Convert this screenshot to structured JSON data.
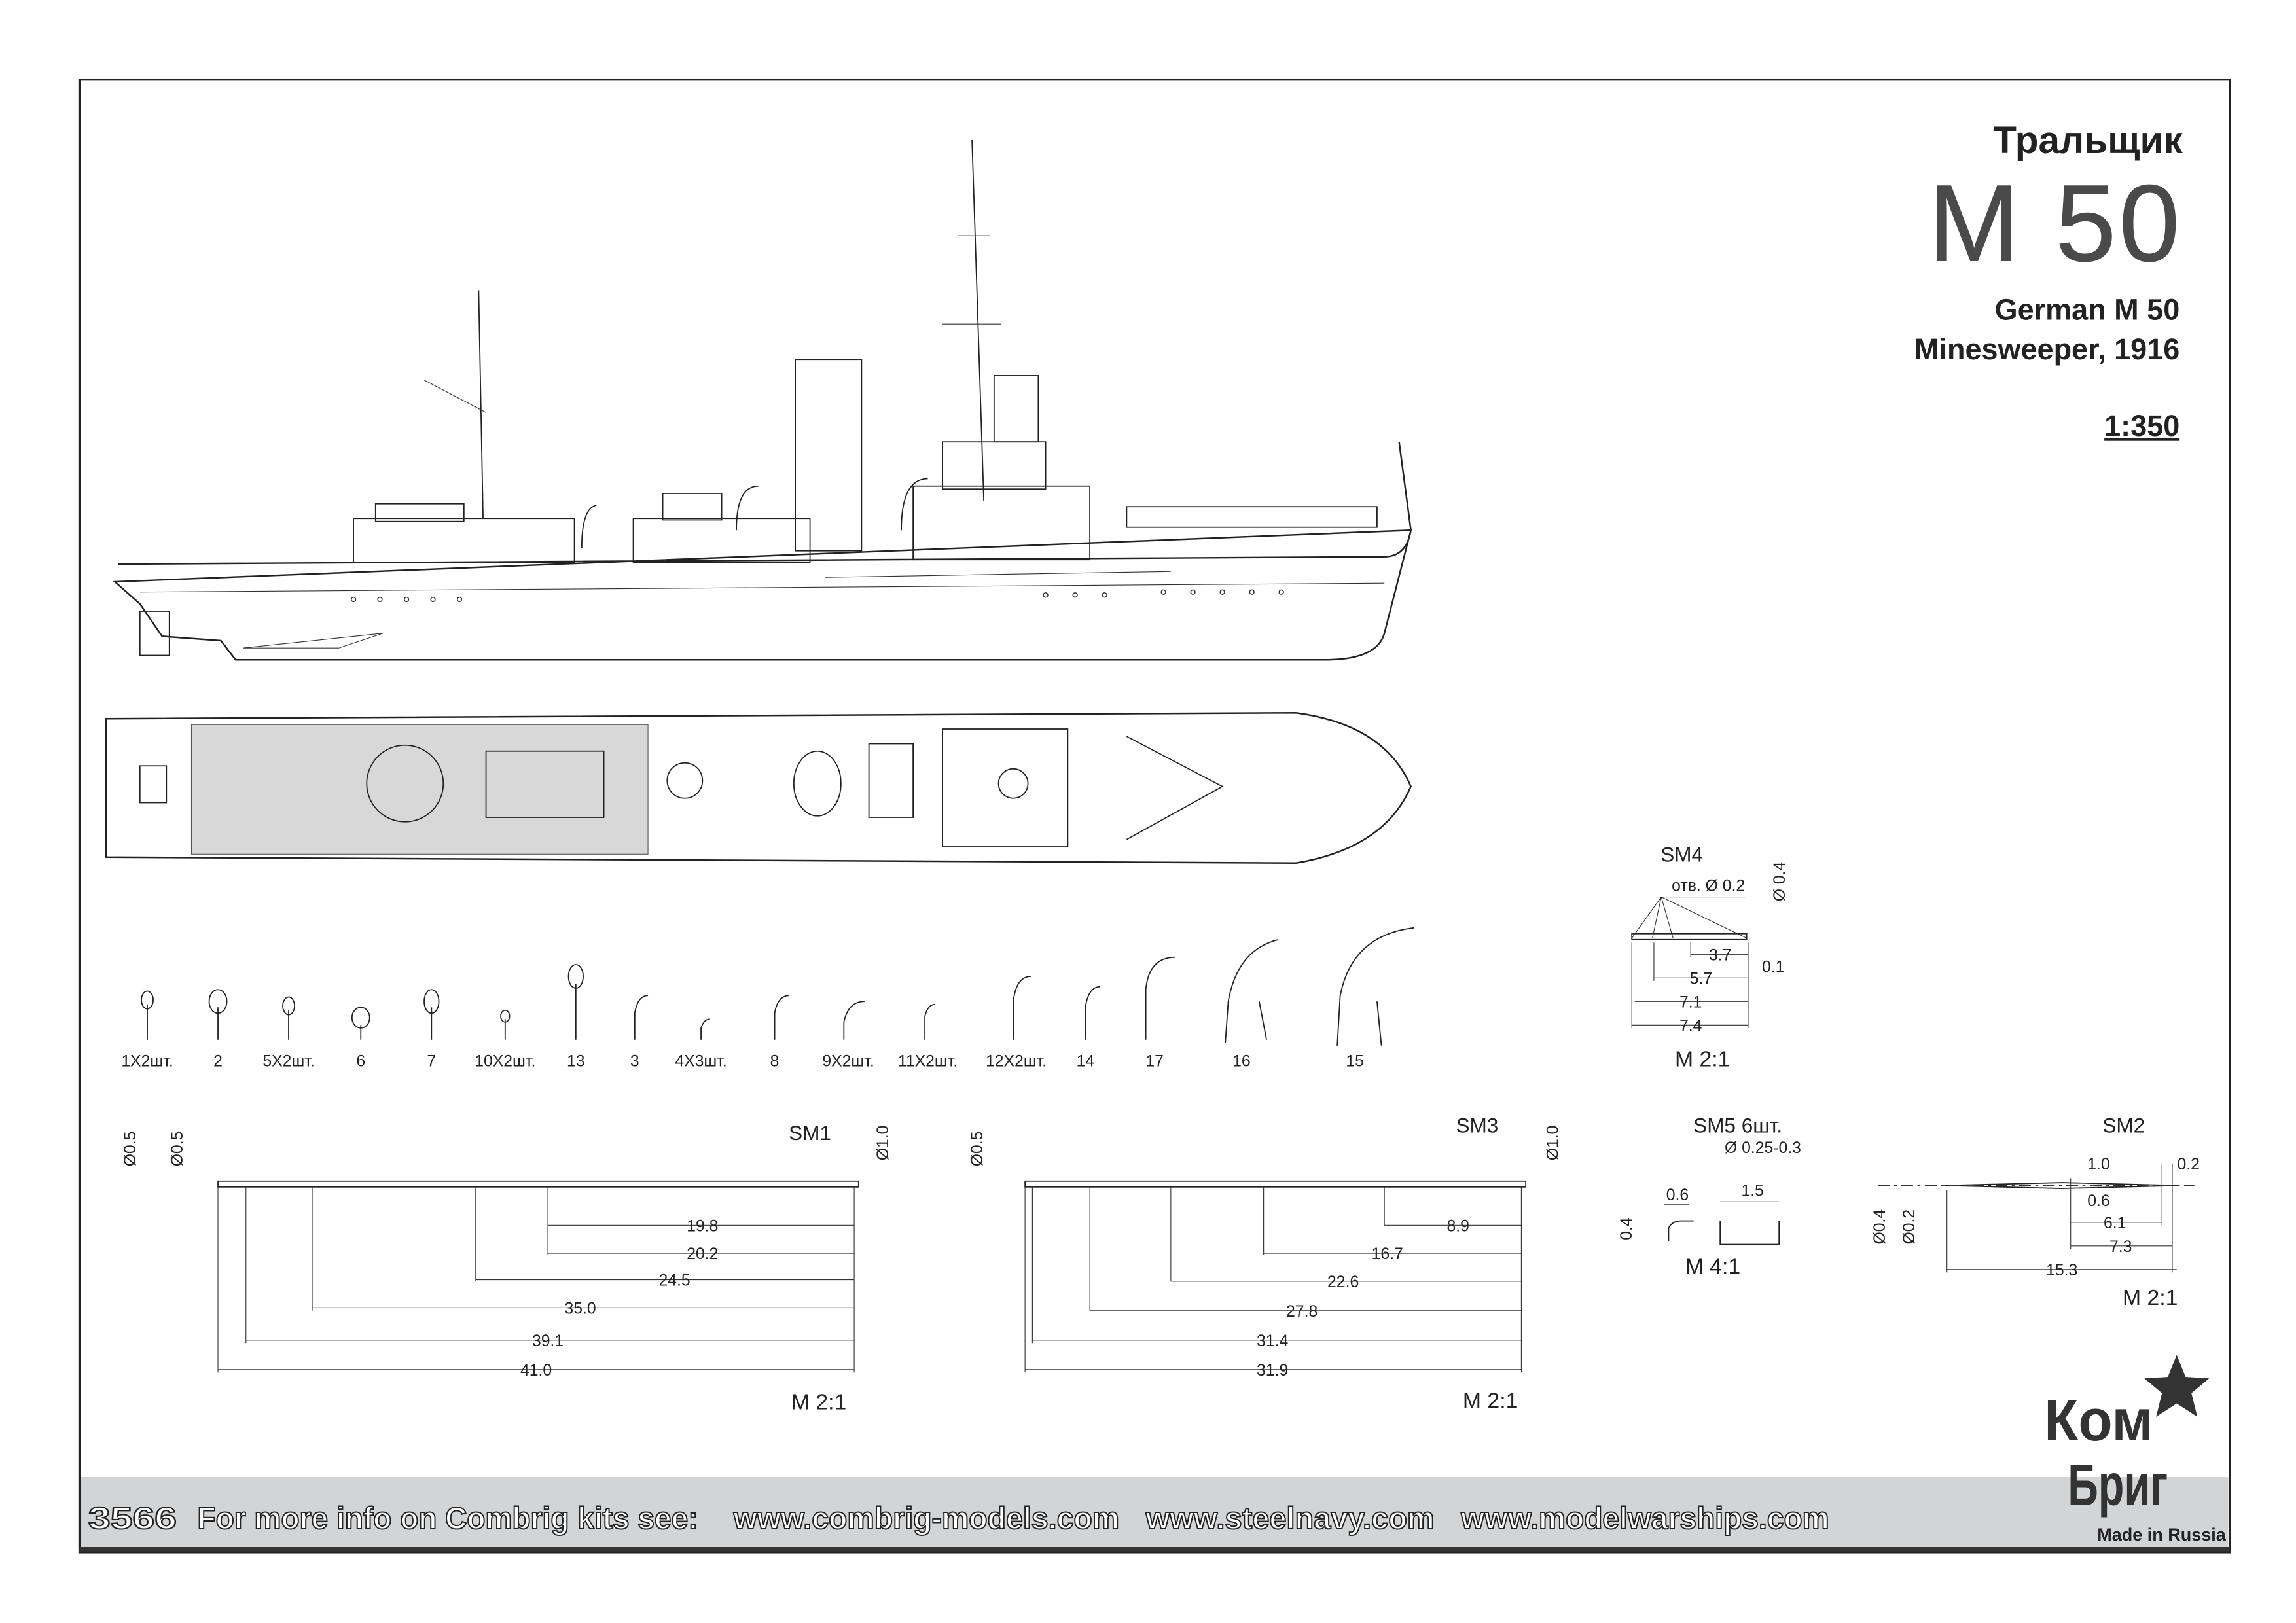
{
  "title": {
    "ru": "Тральщик",
    "model": "M 50",
    "line1": "German M 50",
    "line2": "Minesweeper, 1916",
    "scale": "1:350"
  },
  "parts": [
    {
      "label": "1X2шт."
    },
    {
      "label": "2"
    },
    {
      "label": "5X2шт."
    },
    {
      "label": "6"
    },
    {
      "label": "7"
    },
    {
      "label": "10X2шт."
    },
    {
      "label": "13"
    },
    {
      "label": "3"
    },
    {
      "label": "4X3шт."
    },
    {
      "label": "8"
    },
    {
      "label": "9X2шт."
    },
    {
      "label": "11X2шт."
    },
    {
      "label": "12X2шт."
    },
    {
      "label": "14"
    },
    {
      "label": "17"
    },
    {
      "label": "16"
    },
    {
      "label": "15"
    }
  ],
  "sm1": {
    "title": "SM1",
    "d_left1": "Ø0.5",
    "d_left2": "Ø0.5",
    "d_right": "Ø1.0",
    "dims": [
      "19.8",
      "20.2",
      "24.5",
      "35.0",
      "39.1",
      "41.0"
    ],
    "scale": "M  2:1"
  },
  "sm3": {
    "title": "SM3",
    "d_left": "Ø0.5",
    "d_right": "Ø1.0",
    "dims": [
      "8.9",
      "16.7",
      "22.6",
      "27.8",
      "31.4",
      "31.9"
    ],
    "scale": "M  2:1"
  },
  "sm4": {
    "title": "SM4",
    "hole": "отв. Ø 0.2",
    "d": "Ø 0.4",
    "dims": [
      "3.7",
      "0.1",
      "5.7",
      "7.1",
      "7.4"
    ],
    "scale": "M  2:1"
  },
  "sm5": {
    "title": "SM5 6шт.",
    "diameter": "Ø 0.25-0.3",
    "dims": [
      "0.6",
      "1.5",
      "0.4"
    ],
    "scale": "M 4:1"
  },
  "sm2": {
    "title": "SM2",
    "d1": "Ø0.4",
    "d2": "Ø0.2",
    "dims": [
      "1.0",
      "0.2",
      "0.6",
      "6.1",
      "7.3",
      "15.3"
    ],
    "scale": "M  2:1"
  },
  "footer": {
    "kit_number": "3566",
    "info": "For more info on Combrig kits see:",
    "links": [
      "www.combrig-models.com",
      "www.steelnavy.com",
      "www.modelwarships.com"
    ]
  },
  "logo": {
    "top": "Ком",
    "bottom": "Бриг",
    "tagline": "Made in Russia"
  }
}
